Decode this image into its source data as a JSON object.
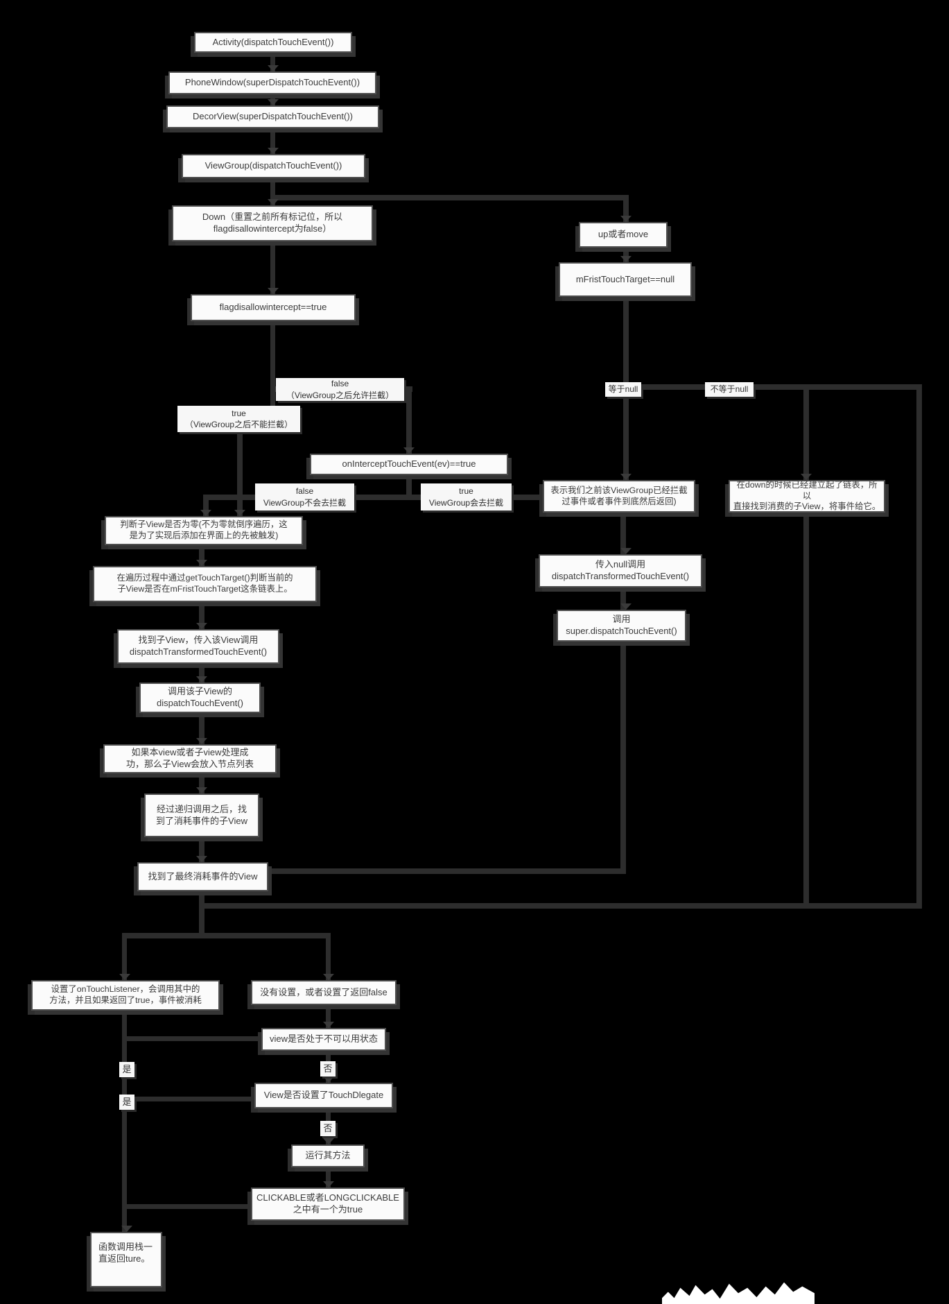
{
  "colors": {
    "background": "#000000",
    "node_background": "#fbfbfb",
    "node_border": "#4f4f4f",
    "connector": "#2d2d2d",
    "text": "#3b3b3b"
  },
  "nodes": {
    "activity": "Activity(dispatchTouchEvent())",
    "phone_window": "PhoneWindow(superDispatchTouchEvent())",
    "decor_view": "DecorView(superDispatchTouchEvent())",
    "view_group": "ViewGroup(dispatchTouchEvent())",
    "down_reset": "Down（重置之前所有标记位，所以\nflagdisallowintercept为false）",
    "up_or_move": "up或者move",
    "mfrist_target_null": "mFristTouchTarget==null",
    "flag_disallow_intercept": "flagdisallowintercept==true",
    "on_intercept_touch_event": "onInterceptTouchEvent(ev)==true",
    "already_intercepted": "表示我们之前该ViewGroup已经拦截\n过事件或者事件到底然后返回)",
    "down_chain_built": "在down的时候已经建立起了链表，所以\n直接找到消费的子View，将事件给它。",
    "judge_child_count": "判断子View是否为零(不为零就倒序遍历，这\n是为了实现后添加在界面上的先被触发)",
    "traverse_get_touch_target": "在遍历过程中通过getTouchTarget()判断当前的\n子View是否在mFristTouchTarget这条链表上。",
    "pass_null_call": "传入null调用\ndispatchTransformedTouchEvent()",
    "call_super_dispatch": "调用\nsuper.dispatchTouchEvent()",
    "found_child_call": "找到子View，传入该View调用\ndispatchTransformedTouchEvent()",
    "call_child_dispatch": "调用该子View的\ndispatchTouchEvent()",
    "child_handled": "如果本view或者子view处理成\n功，那么子View会放入节点列表",
    "after_recursion": "经过递归调用之后，找\n到了消耗事件的子View",
    "final_view": "找到了最终消耗事件的View",
    "set_on_touch_listener": "设置了onTouchListener，会调用其中的\n方法，并且如果返回了true，事件被消耗",
    "listener_not_set": "没有设置，或者设置了返回false",
    "view_disabled_check": "view是否处于不可以用状态",
    "touch_delegate_check": "View是否设置了TouchDlegate",
    "run_its_method": "运行其方法",
    "clickable_check": "CLICKABLE或者LONGCLICKABLE\n之中有一个为true",
    "return_true_stack": "函数调用栈一\n直返回ture。"
  },
  "labels": {
    "branch_false_allow": "false\n（ViewGroup之后允许拦截）",
    "branch_true_cannot": "true\n（ViewGroup之后不能拦截）",
    "eq_null": "等于null",
    "neq_null": "不等于null",
    "branch_false_no_intercept": "false\nViewGroup不会去拦截",
    "branch_true_intercept": "true\nViewGroup会去拦截",
    "yes_1": "是",
    "no_1": "否",
    "yes_2": "是",
    "no_2": "否"
  }
}
